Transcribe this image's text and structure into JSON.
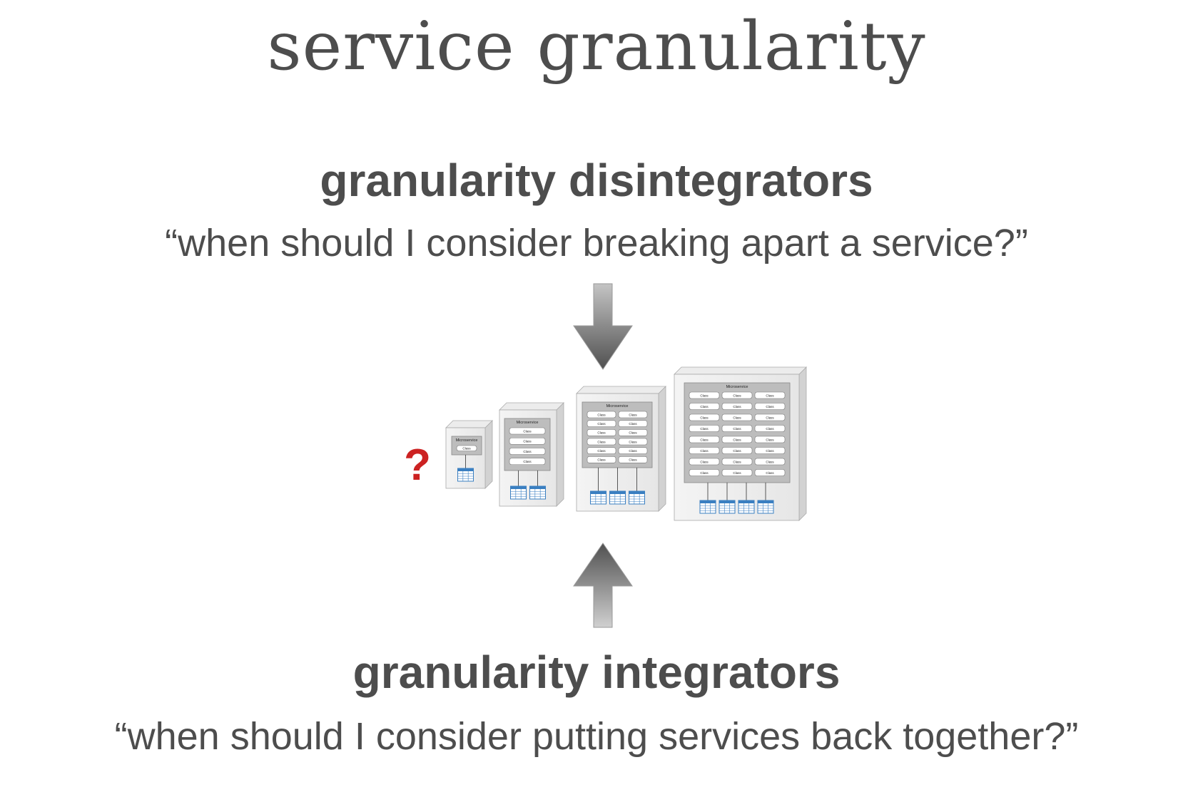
{
  "title": "service granularity",
  "disintegrators": {
    "heading": "granularity disintegrators",
    "question": "“when should I consider breaking apart a service?”"
  },
  "integrators": {
    "heading": "granularity integrators",
    "question": "“when should I consider putting services back together?”"
  },
  "diagram": {
    "question_mark": "?",
    "service_label": "Microservice",
    "class_label": "Class",
    "colors": {
      "question_mark": "#cc2222",
      "arrow_dark": "#555555",
      "arrow_light": "#bfbfbf",
      "db_table": "#3a7fc1"
    },
    "services": [
      {
        "class_rows": 1,
        "class_cols": 1,
        "tables": 1
      },
      {
        "class_rows": 4,
        "class_cols": 1,
        "tables": 2
      },
      {
        "class_rows": 6,
        "class_cols": 2,
        "tables": 3
      },
      {
        "class_rows": 8,
        "class_cols": 3,
        "tables": 4
      }
    ]
  }
}
